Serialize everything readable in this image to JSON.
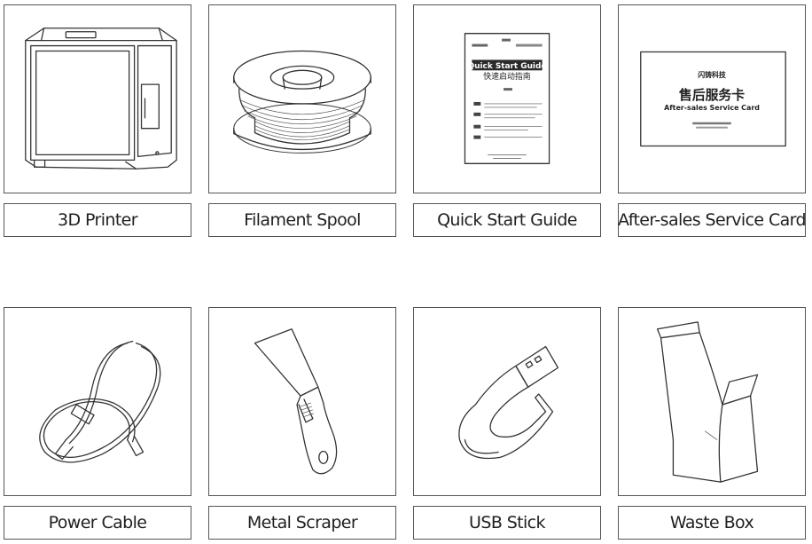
{
  "items": [
    {
      "label": "3D Printer",
      "icon": "3d-printer-icon"
    },
    {
      "label": "Filament Spool",
      "icon": "filament-spool-icon"
    },
    {
      "label": "Quick Start Guide",
      "icon": "quick-start-guide-icon"
    },
    {
      "label": "After-sales Service Card",
      "icon": "service-card-icon"
    },
    {
      "label": "Power Cable",
      "icon": "power-cable-icon"
    },
    {
      "label": "Metal Scraper",
      "icon": "metal-scraper-icon"
    },
    {
      "label": "USB Stick",
      "icon": "usb-stick-icon"
    },
    {
      "label": "Waste Box",
      "icon": "waste-box-icon"
    }
  ],
  "guide": {
    "title_en": "Quick Start Guide",
    "title_cn": "快速启动指南"
  },
  "card": {
    "brand": "闪铸科技",
    "title_cn": "售后服务卡",
    "title_en": "After-sales Service Card"
  }
}
